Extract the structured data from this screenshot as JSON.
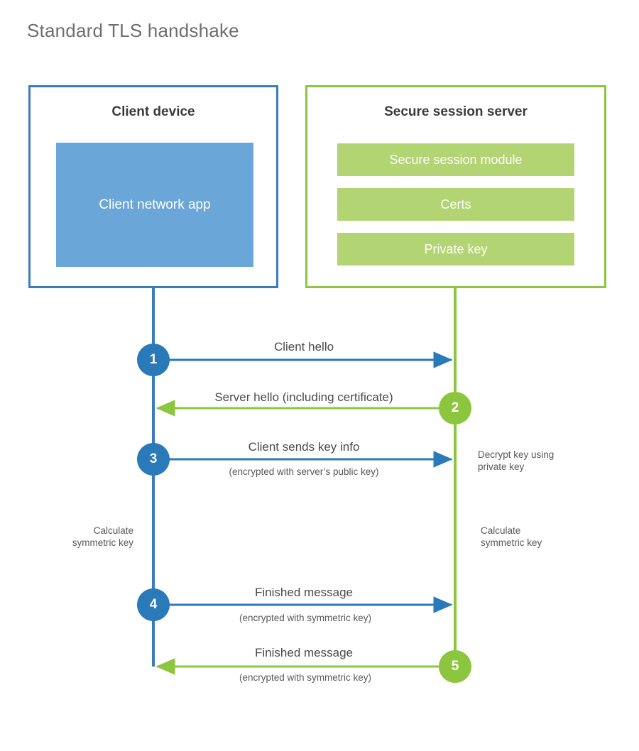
{
  "title": "Standard TLS handshake",
  "colors": {
    "client_accent": "#3b7cbf",
    "client_circle": "#2a7ab9",
    "client_app_fill": "#6aa6d8",
    "server_accent": "#8cc63e",
    "server_block_fill": "#b2d472",
    "title_text": "#6d6e71",
    "body_text": "#4a4a4a"
  },
  "client": {
    "title": "Client device",
    "app_label": "Client network app"
  },
  "server": {
    "title": "Secure session server",
    "blocks": [
      {
        "label": "Secure session module"
      },
      {
        "label": "Certs"
      },
      {
        "label": "Private key"
      }
    ]
  },
  "steps": [
    {
      "number": "1",
      "label": "Client hello",
      "sublabel": "",
      "direction": "client-to-server",
      "color": "blue"
    },
    {
      "number": "2",
      "label": "Server hello (including certificate)",
      "sublabel": "",
      "direction": "server-to-client",
      "color": "green"
    },
    {
      "number": "3",
      "label": "Client sends key info",
      "sublabel": "(encrypted with server’s public key)",
      "direction": "client-to-server",
      "color": "blue"
    },
    {
      "number": "4",
      "label": "Finished message",
      "sublabel": "(encrypted with symmetric key)",
      "direction": "client-to-server",
      "color": "blue"
    },
    {
      "number": "5",
      "label": "Finished message",
      "sublabel": "(encrypted with symmetric key)",
      "direction": "server-to-client",
      "color": "green"
    }
  ],
  "annotations": {
    "server_decrypt": "Decrypt key using\nprivate key",
    "client_calculate": "Calculate\nsymmetric key",
    "server_calculate": "Calculate\nsymmetric key"
  }
}
